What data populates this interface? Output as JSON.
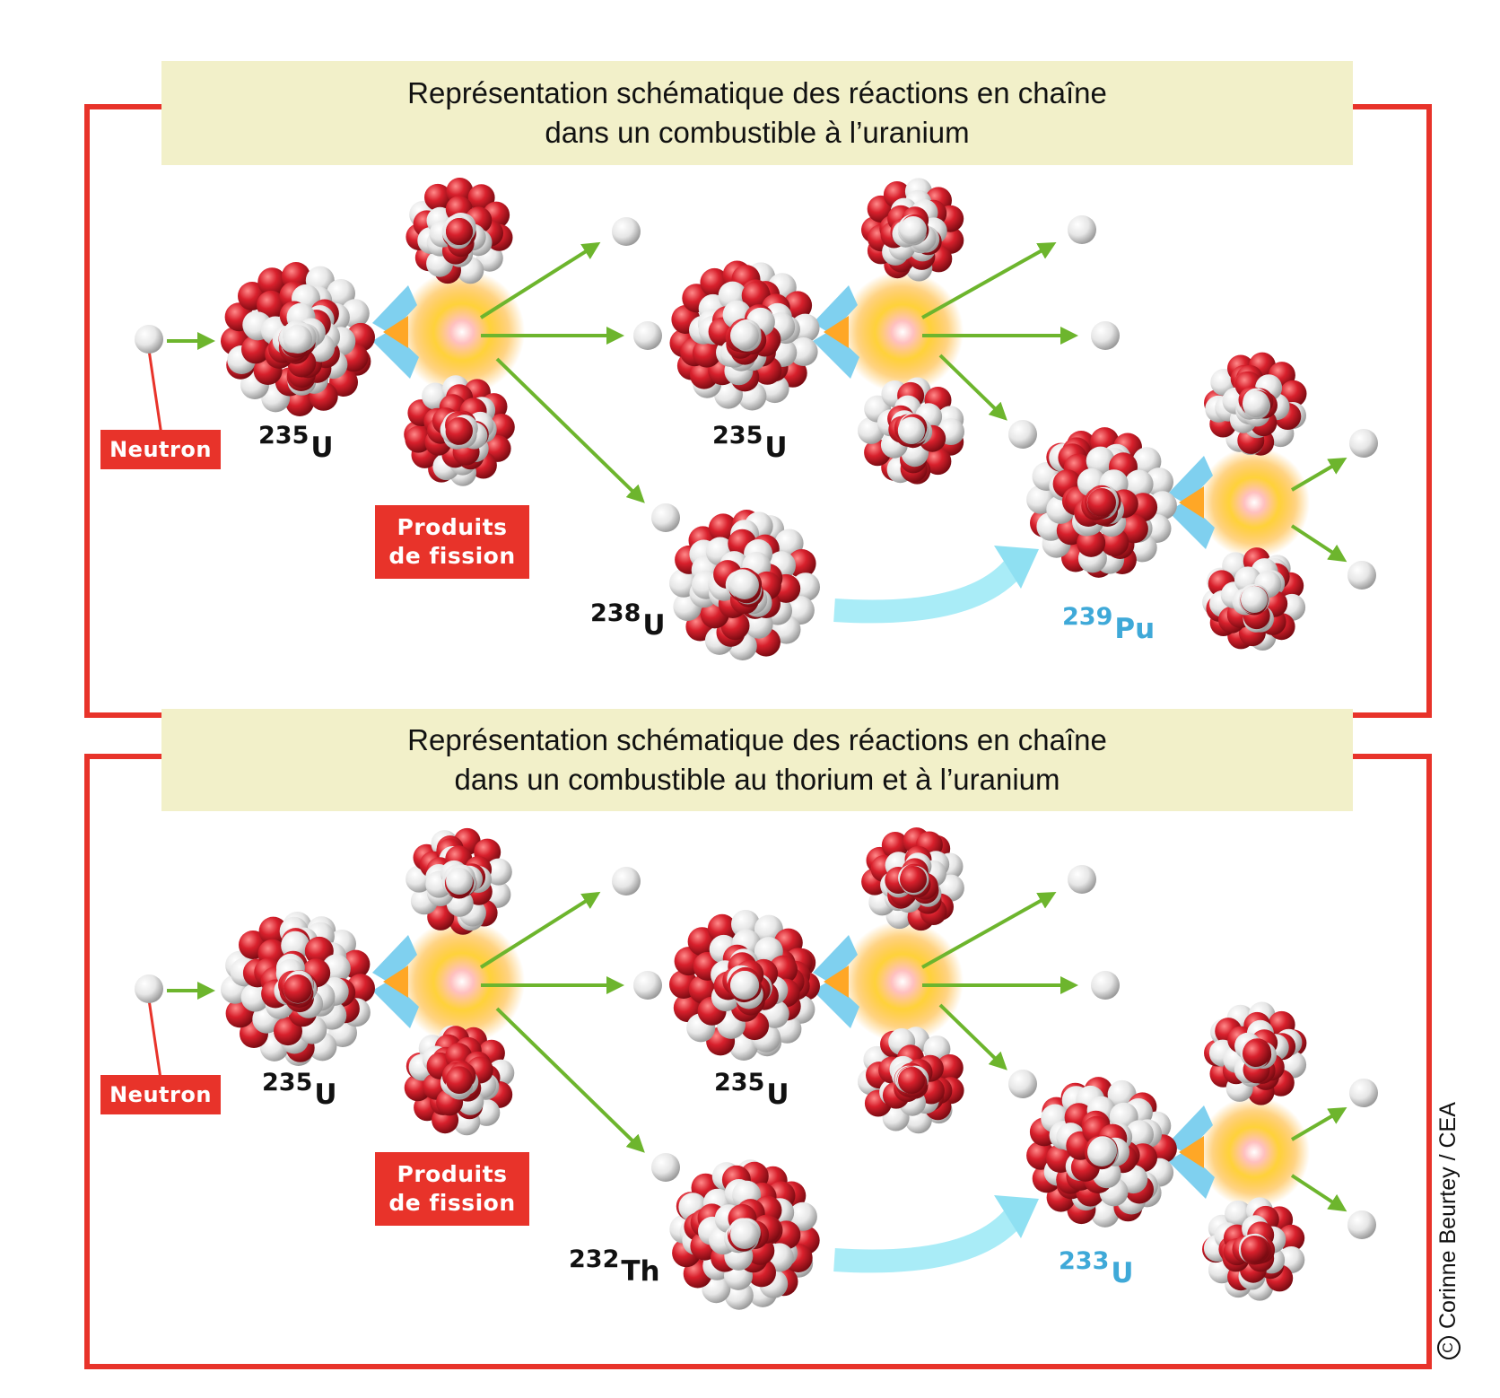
{
  "colors": {
    "frame": "#e8332a",
    "title_band": "#f2f0c9",
    "proton": "#d8202c",
    "neutron": "#eeeeee",
    "arrow_green": "#6db52d",
    "arrow_blue": "#8fe0f2",
    "isotope_blue": "#3fa9d8"
  },
  "panels": [
    {
      "title_line1": "Représentation schématique des réactions en chaîne",
      "title_line2": "dans un combustible à l’uranium",
      "neutron_label": "Neutron",
      "fission_label_line1": "Produits",
      "fission_label_line2": "de fission",
      "isotopes": {
        "first": {
          "mass": "235",
          "symbol": "U"
        },
        "second": {
          "mass": "235",
          "symbol": "U"
        },
        "fertile": {
          "mass": "238",
          "symbol": "U"
        },
        "bred": {
          "mass": "239",
          "symbol": "Pu"
        }
      }
    },
    {
      "title_line1": "Représentation schématique des réactions en chaîne",
      "title_line2": "dans un combustible au thorium et à l’uranium",
      "neutron_label": "Neutron",
      "fission_label_line1": "Produits",
      "fission_label_line2": "de fission",
      "isotopes": {
        "first": {
          "mass": "235",
          "symbol": "U"
        },
        "second": {
          "mass": "235",
          "symbol": "U"
        },
        "fertile": {
          "mass": "232",
          "symbol": "Th"
        },
        "bred": {
          "mass": "233",
          "symbol": "U"
        }
      }
    }
  ],
  "credit": "Corinne Beurtey / CEA",
  "credit_icon": "copyright-icon"
}
